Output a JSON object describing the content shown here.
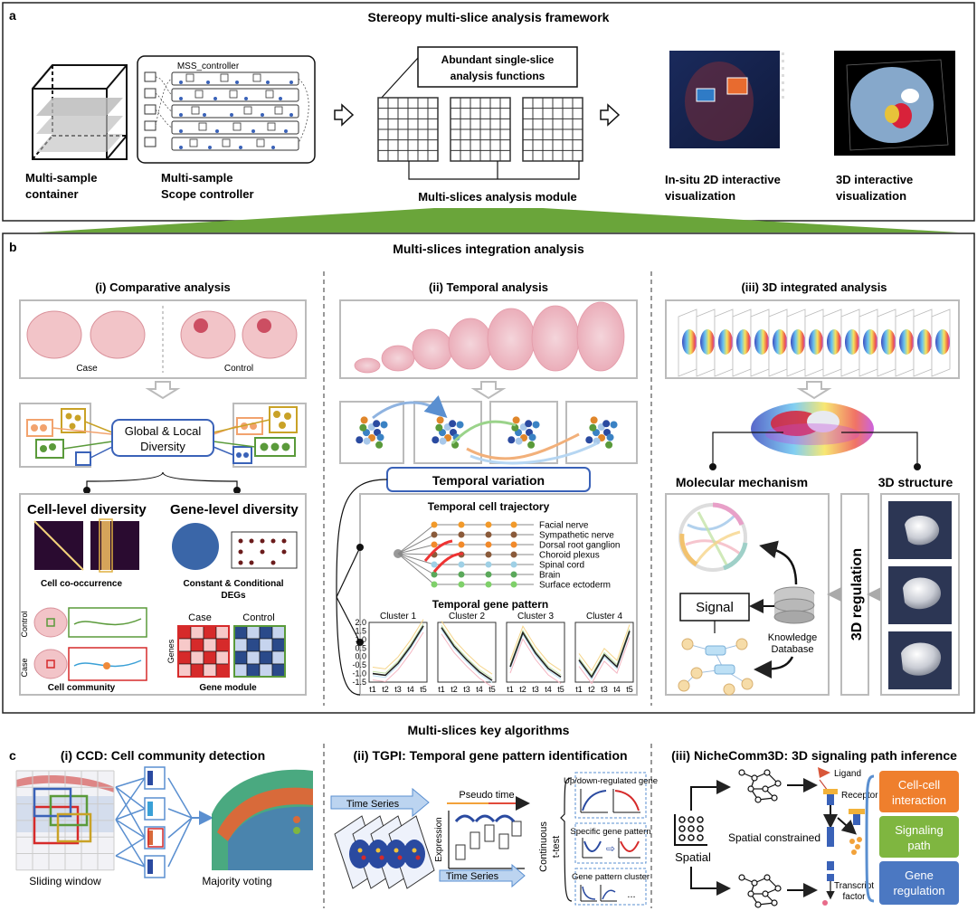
{
  "panel_a": {
    "letter": "a",
    "title": "Stereopy multi-slice analysis framework",
    "container_label_1": "Multi-sample",
    "container_label_2": "container",
    "controller_label_1": "Multi-sample",
    "controller_label_2": "Scope controller",
    "mss_controller": "MSS_controller",
    "single_slice_1": "Abundant single-slice",
    "single_slice_2": "analysis functions",
    "module_label": "Multi-slices analysis module",
    "viz2d_label_1": "In-situ 2D interactive",
    "viz2d_label_2": "visualization",
    "viz3d_label_1": "3D interactive",
    "viz3d_label_2": "visualization"
  },
  "panel_b": {
    "letter": "b",
    "title": "Multi-slices integration analysis",
    "comparative": {
      "title": "(i) Comparative analysis",
      "case": "Case",
      "control": "Control",
      "diversity_1": "Global & Local",
      "diversity_2": "Diversity",
      "cell_level": "Cell-level diversity",
      "gene_level": "Gene-level diversity",
      "cooccurrence": "Cell co-occurrence",
      "degs_1": "Constant & Conditional",
      "degs_2": "DEGs",
      "heat_case": "Case",
      "heat_control": "Control",
      "genes": "Genes",
      "side_control": "Control",
      "side_case": "Case",
      "community": "Cell community",
      "gene_module": "Gene module"
    },
    "temporal": {
      "title": "(ii) Temporal analysis",
      "variation": "Temporal variation",
      "trajectory_title": "Temporal cell trajectory",
      "trajectories": [
        "Facial nerve",
        "Sympathetic nerve",
        "Dorsal root ganglion",
        "Choroid plexus",
        "Spinal cord",
        "Brain",
        "Surface ectoderm"
      ],
      "pattern_title": "Temporal gene pattern",
      "clusters": [
        "Cluster 1",
        "Cluster 2",
        "Cluster 3",
        "Cluster 4"
      ],
      "y_ticks": [
        "2.0",
        "1.5",
        "1.0",
        "0.5",
        "0.0",
        "-0.5",
        "-1.0",
        "-1.5"
      ],
      "x_ticks": [
        "t1",
        "t2",
        "t3",
        "t4",
        "t5"
      ]
    },
    "integrated": {
      "title": "(iii) 3D integrated analysis",
      "molecular": "Molecular mechanism",
      "structure": "3D structure",
      "signal": "Signal",
      "knowledge_1": "Knowledge",
      "knowledge_2": "Database",
      "regulation": "3D regulation"
    }
  },
  "panel_c": {
    "letter": "c",
    "title": "Multi-slices key algorithms",
    "ccd": {
      "title": "(i) CCD: Cell community detection",
      "sliding": "Sliding window",
      "voting": "Majority voting"
    },
    "tgpi": {
      "title": "(ii) TGPI: Temporal gene pattern identification",
      "time_series": "Time Series",
      "pseudo_time": "Pseudo time",
      "expression": "Expression",
      "continuous_1": "Continuous",
      "continuous_2": "t-test",
      "updown": "Up/down-regulated gene",
      "specific": "Specific gene pattern",
      "cluster": "Gene pattern cluster",
      "ellipsis": "..."
    },
    "niche": {
      "title": "(iii) NicheComm3D: 3D signaling path inference",
      "ligand": "Ligand",
      "receptor": "Receptor",
      "spatial_constrained": "Spatial constrained",
      "spatial": "Spatial",
      "transcript_1": "Transcript",
      "transcript_2": "factor",
      "box1_1": "Cell-cell",
      "box1_2": "interaction",
      "box2_1": "Signaling",
      "box2_2": "path",
      "box3_1": "Gene",
      "box3_2": "regulation"
    }
  },
  "colors": {
    "green_band": "#6aa53a",
    "blue_accent": "#3a62b8",
    "gray_arrow": "#b8b8b8",
    "orange_box": "#ef7f2d",
    "green_box": "#7fb640",
    "blue_box": "#4b78c2"
  }
}
